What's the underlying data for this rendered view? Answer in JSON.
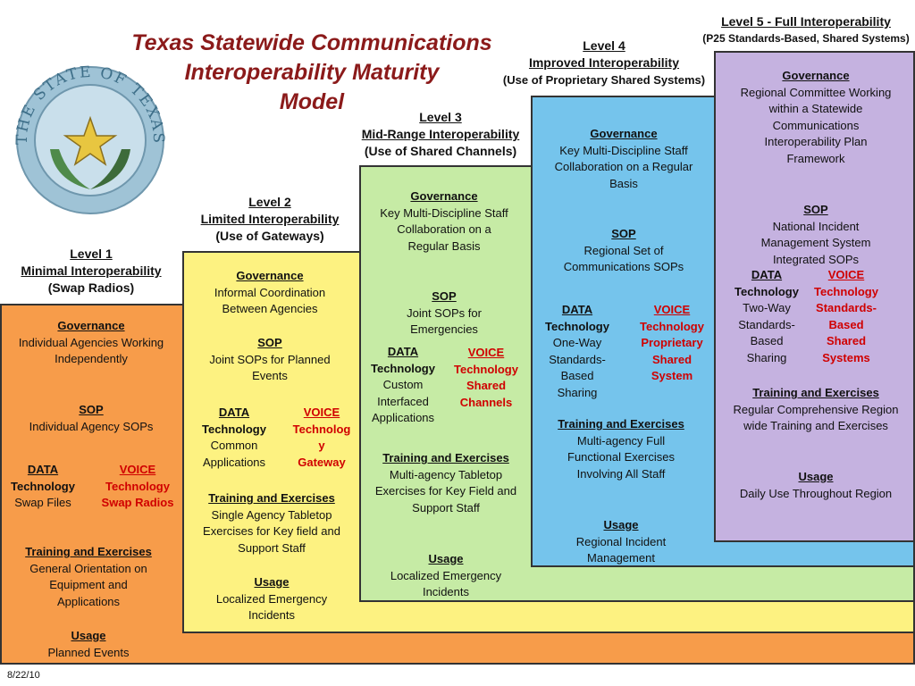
{
  "title": [
    "Texas Statewide Communications",
    "Interoperability Maturity",
    "Model"
  ],
  "seal_text": "THE STATE OF TEXAS",
  "date": "8/22/10",
  "colors": {
    "level1": "#f79c4a",
    "level2": "#fdf281",
    "level3": "#c6eba5",
    "level4": "#75c4ec",
    "level5": "#c5b2e0",
    "title": "#8b1a1a",
    "voice": "#d00000"
  },
  "levels": [
    {
      "name": "Level 1",
      "subtitle": "Minimal Interoperability",
      "parenthetical": "(Swap Radios)",
      "governance": {
        "label": "Governance",
        "text": [
          "Individual Agencies Working",
          "Independently"
        ]
      },
      "sop": {
        "label": "SOP",
        "text": [
          "Individual Agency SOPs"
        ]
      },
      "data": {
        "label": "DATA",
        "sublabel": "Technology",
        "text": [
          "Swap Files"
        ]
      },
      "voice": {
        "label": "VOICE",
        "sublabel": "Technology",
        "text": [
          "Swap Radios"
        ]
      },
      "training": {
        "label": "Training and Exercises",
        "text": [
          "General Orientation on",
          "Equipment and",
          "Applications"
        ]
      },
      "usage": {
        "label": "Usage",
        "text": [
          "Planned Events"
        ]
      }
    },
    {
      "name": "Level 2",
      "subtitle": "Limited Interoperability",
      "parenthetical": "(Use of Gateways)",
      "governance": {
        "label": "Governance",
        "text": [
          "Informal Coordination",
          "Between Agencies"
        ]
      },
      "sop": {
        "label": "SOP",
        "text": [
          "Joint SOPs for Planned",
          "Events"
        ]
      },
      "data": {
        "label": "DATA",
        "sublabel": "Technology",
        "text": [
          "Common",
          "Applications"
        ]
      },
      "voice": {
        "label": "VOICE",
        "sublabel": "Technolog",
        "sublabel2": "y",
        "text": [
          "Gateway"
        ]
      },
      "training": {
        "label": "Training and Exercises",
        "text": [
          "Single Agency Tabletop",
          "Exercises for Key field and",
          "Support Staff"
        ]
      },
      "usage": {
        "label": "Usage",
        "text": [
          "Localized Emergency",
          "Incidents"
        ]
      }
    },
    {
      "name": "Level 3",
      "subtitle": "Mid-Range Interoperability",
      "parenthetical": "(Use of Shared Channels)",
      "governance": {
        "label": "Governance",
        "text": [
          "Key Multi-Discipline Staff",
          "Collaboration on a",
          "Regular Basis"
        ]
      },
      "sop": {
        "label": "SOP",
        "text": [
          "Joint SOPs for",
          "Emergencies"
        ]
      },
      "data": {
        "label": "DATA",
        "sublabel": "Technology",
        "text": [
          "Custom",
          "Interfaced",
          "Applications"
        ]
      },
      "voice": {
        "label": "VOICE",
        "sublabel": "Technology",
        "text": [
          "Shared",
          "Channels"
        ]
      },
      "training": {
        "label": "Training and Exercises",
        "text": [
          "Multi-agency Tabletop",
          "Exercises for Key Field and",
          "Support Staff"
        ]
      },
      "usage": {
        "label": "Usage",
        "text": [
          "Localized Emergency",
          "Incidents"
        ]
      }
    },
    {
      "name": "Level 4",
      "subtitle": "Improved Interoperability",
      "parenthetical": "(Use of Proprietary Shared Systems)",
      "governance": {
        "label": "Governance",
        "text": [
          "Key Multi-Discipline Staff",
          "Collaboration on a Regular",
          "Basis"
        ]
      },
      "sop": {
        "label": "SOP",
        "text": [
          "Regional Set of",
          "Communications SOPs"
        ]
      },
      "data": {
        "label": "DATA",
        "sublabel": "Technology",
        "text": [
          "One-Way",
          "Standards-",
          "Based",
          "Sharing"
        ]
      },
      "voice": {
        "label": "VOICE",
        "sublabel": "Technology",
        "text": [
          "Proprietary",
          "Shared",
          "System"
        ]
      },
      "training": {
        "label": "Training and Exercises",
        "text": [
          "Multi-agency Full",
          "Functional Exercises",
          "Involving All Staff"
        ]
      },
      "usage": {
        "label": "Usage",
        "text": [
          "Regional Incident",
          "Management"
        ]
      }
    },
    {
      "name": "Level 5 - Full Interoperability",
      "subtitle": "",
      "parenthetical": "(P25 Standards-Based, Shared Systems)",
      "governance": {
        "label": "Governance",
        "text": [
          "Regional Committee Working",
          "within a Statewide",
          "Communications",
          "Interoperability Plan",
          "Framework"
        ]
      },
      "sop": {
        "label": "SOP",
        "text": [
          "National Incident",
          "Management System",
          "Integrated SOPs"
        ]
      },
      "data": {
        "label": "DATA",
        "sublabel": "Technology",
        "text": [
          "Two-Way",
          "Standards-",
          "Based",
          "Sharing"
        ]
      },
      "voice": {
        "label": "VOICE",
        "sublabel": "Technology",
        "text": [
          "Standards-",
          "Based",
          "Shared",
          "Systems"
        ]
      },
      "training": {
        "label": "Training and Exercises",
        "text": [
          "Regular Comprehensive Region",
          "wide Training and Exercises"
        ]
      },
      "usage": {
        "label": "Usage",
        "text": [
          "Daily Use Throughout Region"
        ]
      }
    }
  ]
}
